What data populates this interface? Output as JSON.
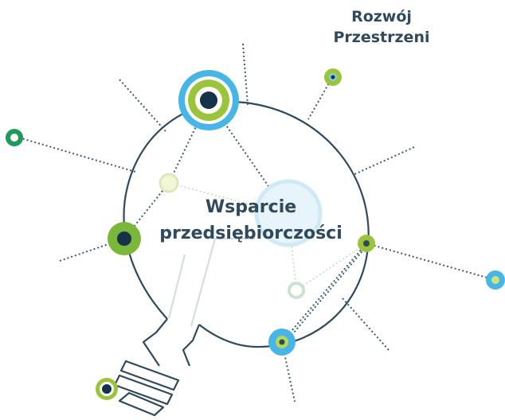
{
  "labels": {
    "top_right_line1": "Rozwój",
    "top_right_line2": "Przestrzeni",
    "center_line1": "Wsparcie",
    "center_line2": "przedsiębiorczości"
  },
  "colors": {
    "outline": "#2f4a5c",
    "dots": "#3a5a72",
    "accent_green": "#9cc43a",
    "accent_blue": "#47b6e6",
    "accent_darkgreen": "#1e9a5a",
    "node_core": "#16324a",
    "faint": "#d6ecd6"
  },
  "icons": [
    "lightbulb-icon",
    "network-node-icon"
  ]
}
